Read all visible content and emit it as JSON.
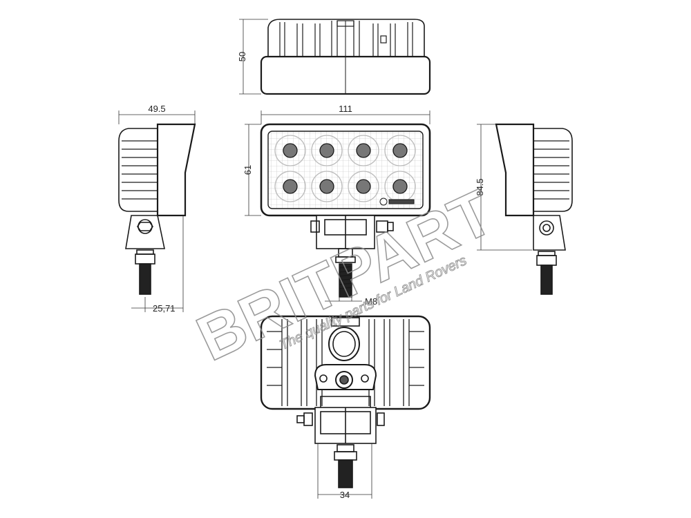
{
  "dimensions": {
    "height_top": "50",
    "width_front": "111",
    "height_front": "61",
    "depth_side": "49.5",
    "height_side": "84.5",
    "bolt_offset": "25,71",
    "bolt_thread": "M8",
    "bracket_width": "34"
  },
  "watermark": {
    "brand": "BRITPART",
    "tagline": "The quality parts for Land Rovers"
  },
  "colors": {
    "line": "#1a1a1a",
    "watermark": "#8a8a8a",
    "background": "#ffffff"
  }
}
